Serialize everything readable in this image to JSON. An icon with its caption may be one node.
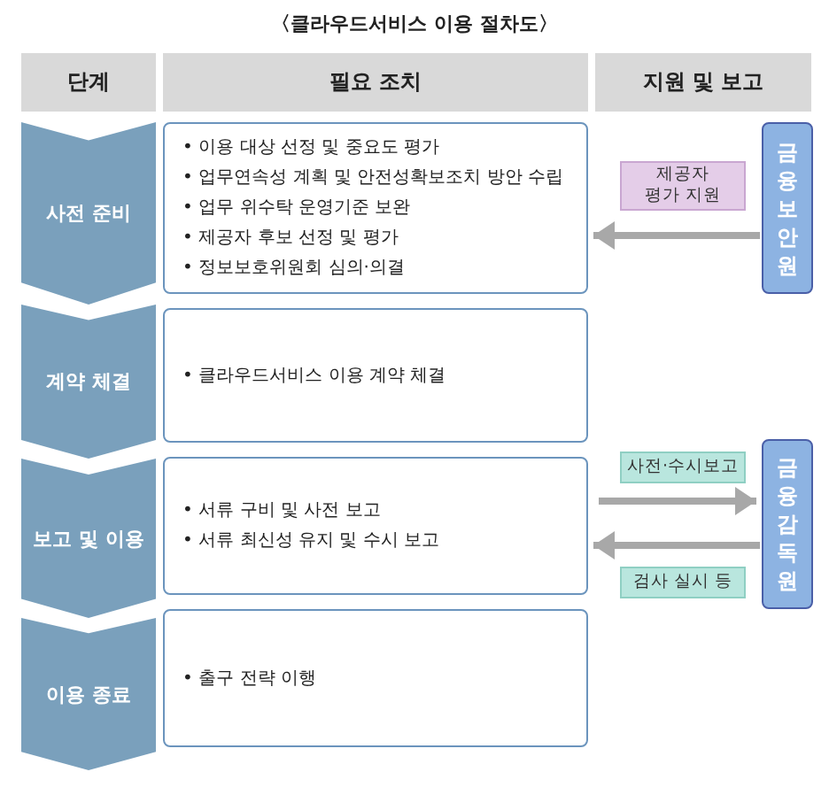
{
  "diagram": {
    "title": "〈클라우드서비스 이용 절차도〉",
    "nodes": [
      {
        "text": [
          "단계"
        ]
      },
      {
        "text": [
          "필요 조치"
        ]
      },
      {
        "text": [
          "지원 및 보고"
        ]
      },
      {
        "text": [
          "사전 준비"
        ]
      },
      {
        "text": [
          "• 이용 대상 선정 및 중요도 평가",
          "• 업무연속성 계획 및 안전성확보조치 방안 수립",
          "• 업무 위수탁 운영기준 보완",
          "• 제공자 후보 선정 및 평가",
          "• 정보보호위원회 심의·의결"
        ]
      },
      {
        "text": [
          "계약 체결"
        ]
      },
      {
        "text": [
          "• 클라우드서비스 이용 계약 체결"
        ]
      },
      {
        "text": [
          "보고 및 이용"
        ]
      },
      {
        "text": [
          "• 서류 구비 및 사전 보고",
          "• 서류 최신성 유지 및 수시 보고"
        ]
      },
      {
        "text": [
          "이용 종료"
        ]
      },
      {
        "text": [
          "• 출구 전략 이행"
        ]
      },
      {
        "text": [
          "금융보안원"
        ]
      },
      {
        "text": [
          "금융감독원"
        ]
      }
    ],
    "edges": [
      {
        "from": 11,
        "to": 4,
        "arrow": "to",
        "label": "제공자 평가 지원"
      },
      {
        "from": 8,
        "to": 12,
        "arrow": "to",
        "label": "사전·수시보고"
      },
      {
        "from": 12,
        "to": 8,
        "arrow": "to",
        "label": "검사 실시 등"
      }
    ]
  }
}
